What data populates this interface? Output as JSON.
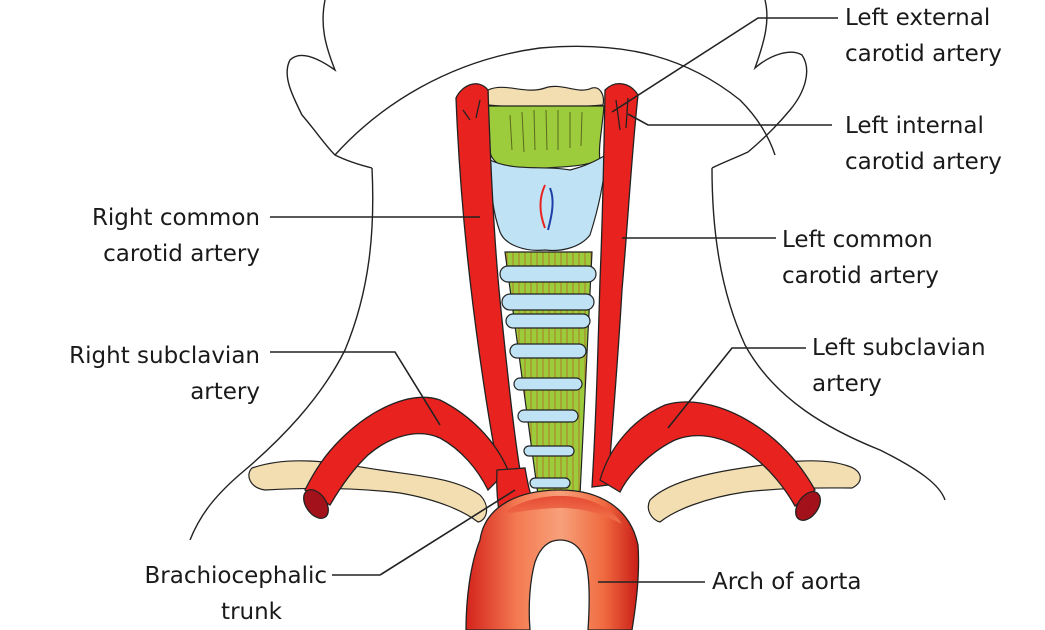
{
  "labels": {
    "left_external_carotid": [
      "Left external",
      "carotid artery"
    ],
    "left_internal_carotid": [
      "Left internal",
      "carotid artery"
    ],
    "right_common_carotid": [
      "Right common",
      "carotid artery"
    ],
    "left_common_carotid": [
      "Left common",
      "carotid artery"
    ],
    "right_subclavian": [
      "Right subclavian",
      "artery"
    ],
    "left_subclavian": [
      "Left subclavian",
      "artery"
    ],
    "brachiocephalic": [
      "Brachiocephalic",
      "trunk"
    ],
    "arch_of_aorta": "Arch of aorta"
  },
  "colors": {
    "artery": "#e8231f",
    "artery_dark": "#a3121a",
    "aorta_light": "#f2764a",
    "cartilage_green": "#9ccc3c",
    "ring_blue": "#bfe3f5",
    "bone": "#f2deb0",
    "outline": "#222222"
  }
}
